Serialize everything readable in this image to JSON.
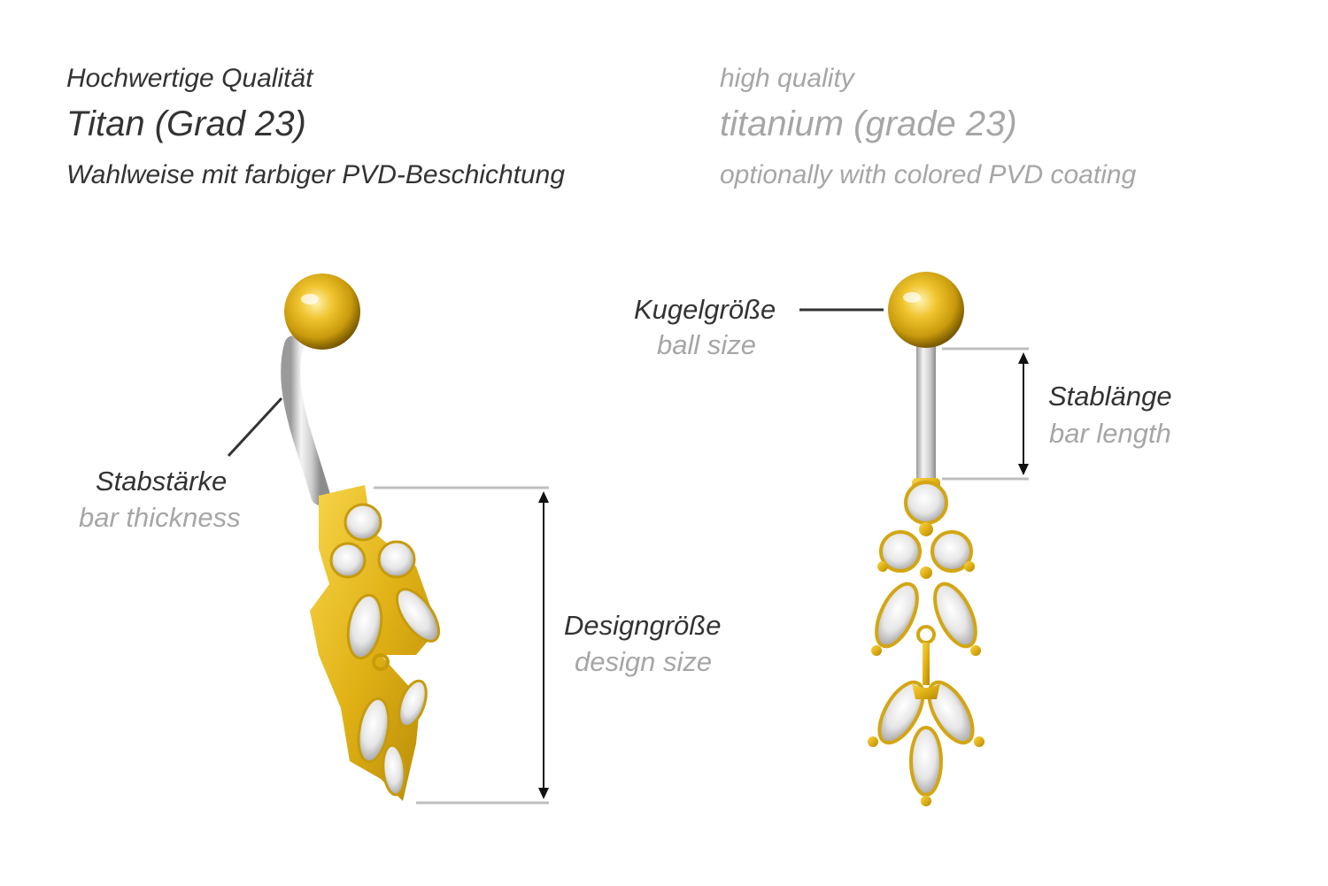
{
  "header": {
    "de": {
      "quality": "Hochwertige Qualität",
      "material": "Titan (Grad 23)",
      "coating": "Wahlweise mit farbiger PVD-Beschichtung"
    },
    "en": {
      "quality": "high quality",
      "material": "titanium (grade 23)",
      "coating": "optionally with colored PVD coating"
    }
  },
  "labels": {
    "bar_thickness": {
      "de": "Stabstärke",
      "en": "bar thickness"
    },
    "design_size": {
      "de": "Designgröße",
      "en": "design size"
    },
    "ball_size": {
      "de": "Kugelgröße",
      "en": "ball size"
    },
    "bar_length": {
      "de": "Stablänge",
      "en": "bar length"
    }
  },
  "colors": {
    "gold": "#e3b51c",
    "gold_dark": "#a97f05",
    "steel": "#d4d4d4",
    "line": "#333333",
    "guide": "#bfbfbf"
  }
}
